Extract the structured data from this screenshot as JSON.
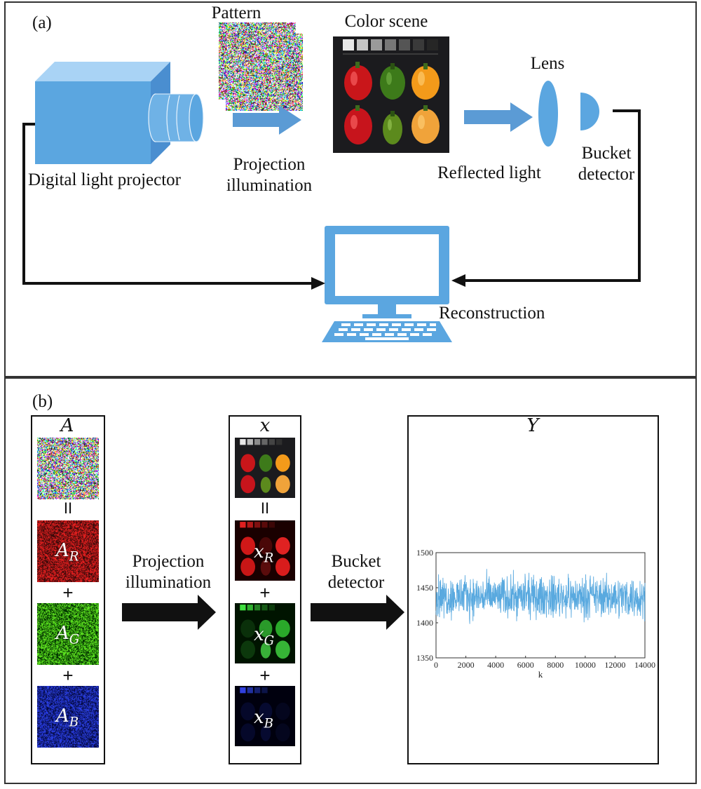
{
  "panel_a": {
    "tag": "(a)",
    "projector_label": "Digital light projector",
    "pattern_label": "Pattern",
    "projection_label_line1": "Projection",
    "projection_label_line2": "illumination",
    "scene_label": "Color scene",
    "lens_label": "Lens",
    "reflected_label": "Reflected light",
    "bucket_line1": "Bucket",
    "bucket_line2": "detector",
    "reconstruction_label": "Reconstruction"
  },
  "panel_b": {
    "tag": "(b)",
    "A_title": "A",
    "A_R": "A",
    "A_R_sub": "R",
    "A_G": "A",
    "A_G_sub": "G",
    "A_B": "A",
    "A_B_sub": "B",
    "x_title": "x",
    "x_R": "x",
    "x_R_sub": "R",
    "x_G": "x",
    "x_G_sub": "G",
    "x_B": "x",
    "x_B_sub": "B",
    "equals_symbol": "II",
    "plus_symbol": "+",
    "arrow1_line1": "Projection",
    "arrow1_line2": "illumination",
    "arrow2_line1": "Bucket",
    "arrow2_line2": "detector",
    "Y_title": "Y"
  },
  "colors": {
    "projector_blue": "#5ba6e0",
    "arrow_blue": "#5b9bd5",
    "signal_blue": "#3c9ad9",
    "red_channel": "#c0282a",
    "green_channel": "#5fcc2a",
    "blue_channel": "#2a3fb8"
  },
  "chart_data": {
    "type": "line",
    "title": "Y",
    "xlabel": "k",
    "ylabel": "",
    "xlim": [
      0,
      14000
    ],
    "ylim": [
      1350,
      1500
    ],
    "xticks": [
      0,
      2000,
      4000,
      6000,
      8000,
      10000,
      12000,
      14000
    ],
    "yticks": [
      1350,
      1400,
      1450,
      1500
    ],
    "series": [
      {
        "mean": 1437,
        "band_low": 1415,
        "band_high": 1460,
        "min": 1398,
        "max": 1478,
        "n_points": 14000
      }
    ]
  }
}
